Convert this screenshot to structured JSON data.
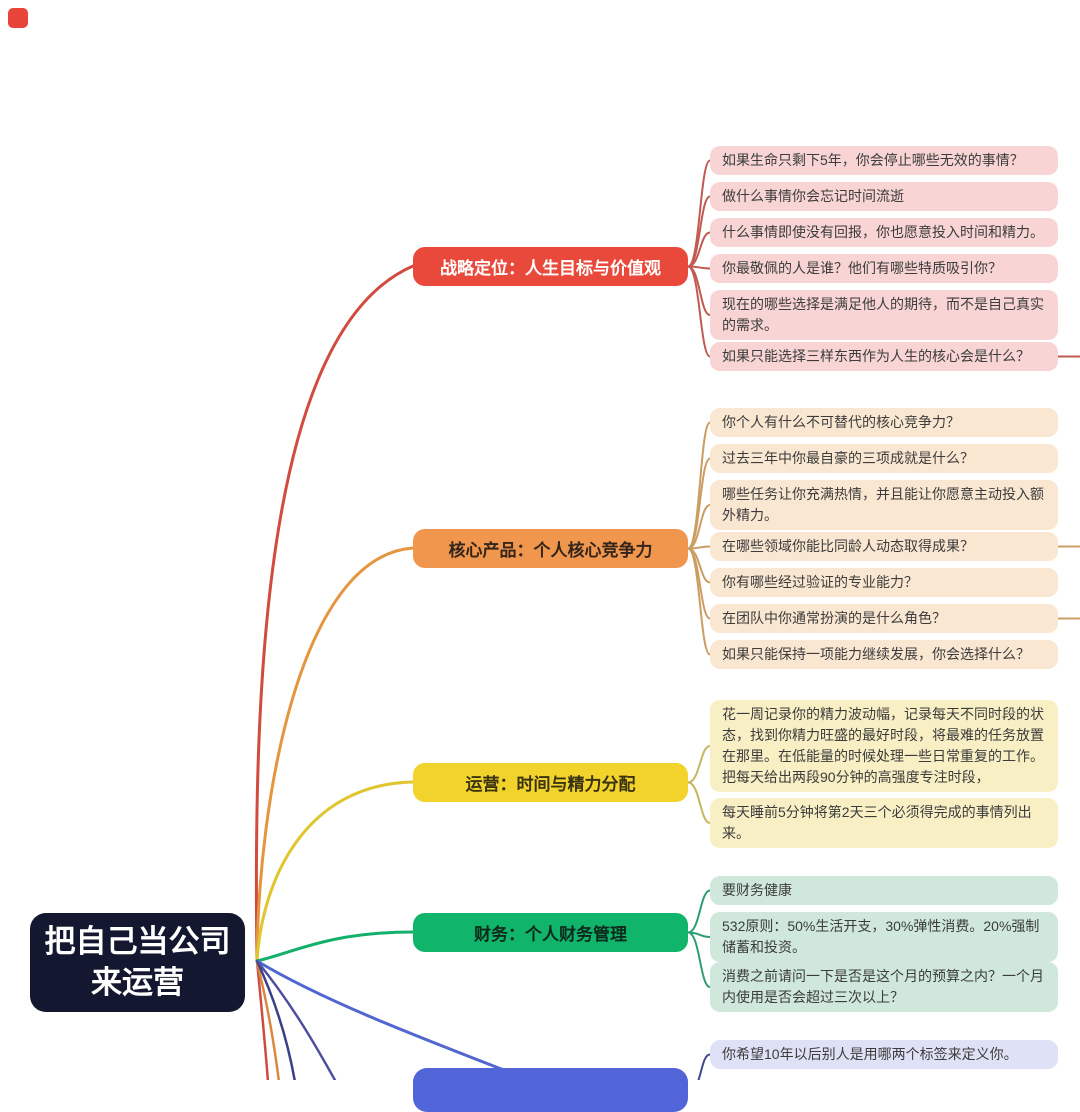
{
  "root": {
    "label": "把自己当公司来运营",
    "bg": "#13172f",
    "text_color": "#ffffff"
  },
  "corner_icon": {
    "name": "red-square-logo",
    "color": "#e8443a"
  },
  "overflow_edge_colors": [
    "#cf4b40",
    "#d9893f",
    "#3c3f85",
    "#4d4f9d"
  ],
  "branches": [
    {
      "label": "战略定位：人生目标与价值观",
      "bg": "#e9493b",
      "text_color": "#ffffff",
      "line": "#d14b3e",
      "hook": "#c05a52",
      "leaf_bg": "#f8d5d4",
      "leaves": [
        {
          "text": "如果生命只剩下5年，你会停止哪些无效的事情？"
        },
        {
          "text": "做什么事情你会忘记时间流逝"
        },
        {
          "text": "什么事情即使没有回报，你也愿意投入时间和精力。"
        },
        {
          "text": "你最敬佩的人是谁？他们有哪些特质吸引你？"
        },
        {
          "text": "现在的哪些选择是满足他人的期待，而不是自己真实的需求。"
        },
        {
          "text": "如果只能选择三样东西作为人生的核心会是什么？",
          "has_more": true
        }
      ]
    },
    {
      "label": "核心产品：个人核心竞争力",
      "bg": "#f0964d",
      "text_color": "#33251a",
      "line": "#e6953f",
      "hook": "#cb9d63",
      "leaf_bg": "#fae7d2",
      "leaves": [
        {
          "text": "你个人有什么不可替代的核心竞争力？"
        },
        {
          "text": "过去三年中你最自豪的三项成就是什么？"
        },
        {
          "text": "哪些任务让你充满热情，并且能让你愿意主动投入额外精力。"
        },
        {
          "text": "在哪些领域你能比同龄人动态取得成果？",
          "has_more": true
        },
        {
          "text": "你有哪些经过验证的专业能力？"
        },
        {
          "text": "在团队中你通常扮演的是什么角色？",
          "has_more": true
        },
        {
          "text": "如果只能保持一项能力继续发展，你会选择什么？"
        }
      ]
    },
    {
      "label": "运营：时间与精力分配",
      "bg": "#f2d32b",
      "text_color": "#3a3310",
      "line": "#e0c52e",
      "hook": "#c8b561",
      "leaf_bg": "#f9efc5",
      "leaves": [
        {
          "text": "花一周记录你的精力波动幅，记录每天不同时段的状态，找到你精力旺盛的最好时段，将最难的任务放置在那里。在低能量的时候处理一些日常重复的工作。把每天给出两段90分钟的高强度专注时段，"
        },
        {
          "text": "每天睡前5分钟将第2天三个必须得完成的事情列出来。"
        }
      ]
    },
    {
      "label": "财务：个人财务管理",
      "bg": "#10b46a",
      "text_color": "#0d2a1c",
      "line": "#12b06a",
      "hook": "#2f9e6e",
      "leaf_bg": "#cfe8db",
      "leaves": [
        {
          "text": "要财务健康"
        },
        {
          "text": "532原则：50%生活开支，30%弹性消费。20%强制储蓄和投资。"
        },
        {
          "text": "消费之前请问一下是否是这个月的预算之内？一个月内使用是否会超过三次以上？"
        }
      ]
    },
    {
      "label": "",
      "bg": "#5165d8",
      "text_color": "#ffffff",
      "line": "#5266d0",
      "hook": "#3d478f",
      "leaf_bg": "#dfe2f6",
      "leaves": [
        {
          "text": "你希望10年以后别人是用哪两个标签来定义你。"
        }
      ]
    }
  ]
}
